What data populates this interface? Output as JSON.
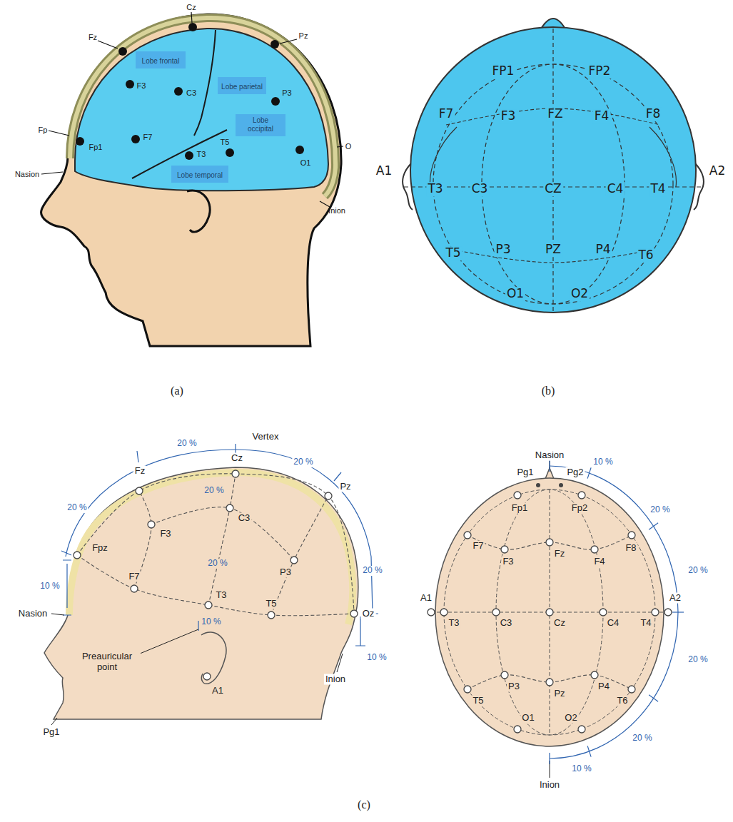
{
  "diagram": {
    "nodes": [
      {
        "text": [
          "Lobe frontal"
        ]
      },
      {
        "text": [
          "Lobe parietal"
        ]
      },
      {
        "text": [
          "Lobe occipital"
        ]
      },
      {
        "text": [
          "Lobe temporal"
        ]
      }
    ],
    "labels": [
      "Cz",
      "Fz",
      "Pz",
      "F3",
      "C3",
      "P3",
      "Fp",
      "Fp1",
      "F7",
      "T3",
      "T5",
      "O1",
      "O",
      "Nasion",
      "Inion",
      "FP1",
      "FP2",
      "F7",
      "F3",
      "FZ",
      "F4",
      "F8",
      "A1",
      "T3",
      "C3",
      "CZ",
      "C4",
      "T4",
      "A2",
      "T5",
      "P3",
      "PZ",
      "P4",
      "T6",
      "O1",
      "O2",
      "Vertex",
      "20 %",
      "20 %",
      "20 %",
      "Fz",
      "Cz",
      "20 %",
      "F3",
      "C3",
      "Fpz",
      "20 %",
      "P3",
      "Pz",
      "20 %",
      "10 %",
      "F7",
      "Nasion",
      "T3",
      "10 %",
      "T5",
      "Oz",
      "10 %",
      "Preauricular point",
      "A1",
      "Inion",
      "Pg1",
      "Nasion",
      "10 %",
      "Pg1",
      "Pg2",
      "Fp1",
      "Fp2",
      "20 %",
      "F7",
      "F3",
      "Fz",
      "F4",
      "F8",
      "20 %",
      "A1",
      "T3",
      "C3",
      "Cz",
      "C4",
      "T4",
      "A2",
      "20 %",
      "T5",
      "P3",
      "Pz",
      "P4",
      "T6",
      "20 %",
      "O1",
      "O2",
      "10 %",
      "Inion",
      "(a)",
      "(b)",
      "(c)"
    ]
  }
}
